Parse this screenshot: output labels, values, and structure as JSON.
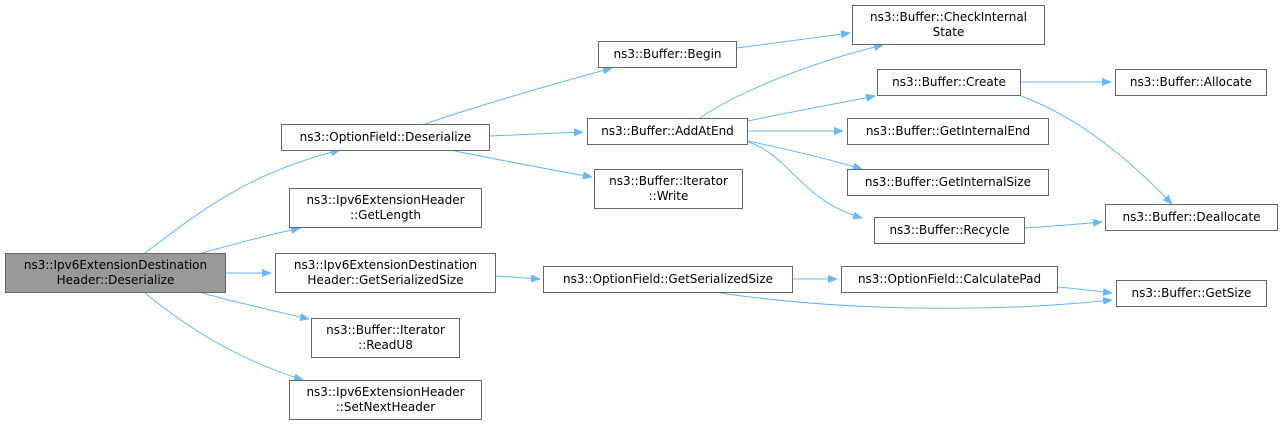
{
  "colors": {
    "edge": "#63b8ff",
    "node_border": "#666666",
    "root_fill": "#999999"
  },
  "nodes": {
    "root": {
      "line1": "ns3::Ipv6ExtensionDestination",
      "line2": "Header::Deserialize"
    },
    "optionfield_deserialize": {
      "line1": "ns3::OptionField::Deserialize"
    },
    "ipv6ext_getlength": {
      "line1": "ns3::Ipv6ExtensionHeader",
      "line2": "::GetLength"
    },
    "ipv6dest_getserializedsize": {
      "line1": "ns3::Ipv6ExtensionDestination",
      "line2": "Header::GetSerializedSize"
    },
    "iterator_readu8": {
      "line1": "ns3::Buffer::Iterator",
      "line2": "::ReadU8"
    },
    "ipv6ext_setnextheader": {
      "line1": "ns3::Ipv6ExtensionHeader",
      "line2": "::SetNextHeader"
    },
    "buffer_begin": {
      "line1": "ns3::Buffer::Begin"
    },
    "buffer_addatend": {
      "line1": "ns3::Buffer::AddAtEnd"
    },
    "iterator_write": {
      "line1": "ns3::Buffer::Iterator",
      "line2": "::Write"
    },
    "optionfield_getserializedsize": {
      "line1": "ns3::OptionField::GetSerializedSize"
    },
    "buffer_checkinternalstate": {
      "line1": "ns3::Buffer::CheckInternal",
      "line2": "State"
    },
    "buffer_create": {
      "line1": "ns3::Buffer::Create"
    },
    "buffer_getinternalend": {
      "line1": "ns3::Buffer::GetInternalEnd"
    },
    "buffer_getinternalsize": {
      "line1": "ns3::Buffer::GetInternalSize"
    },
    "buffer_recycle": {
      "line1": "ns3::Buffer::Recycle"
    },
    "optionfield_calculatepad": {
      "line1": "ns3::OptionField::CalculatePad"
    },
    "buffer_allocate": {
      "line1": "ns3::Buffer::Allocate"
    },
    "buffer_deallocate": {
      "line1": "ns3::Buffer::Deallocate"
    },
    "buffer_getsize": {
      "line1": "ns3::Buffer::GetSize"
    }
  }
}
